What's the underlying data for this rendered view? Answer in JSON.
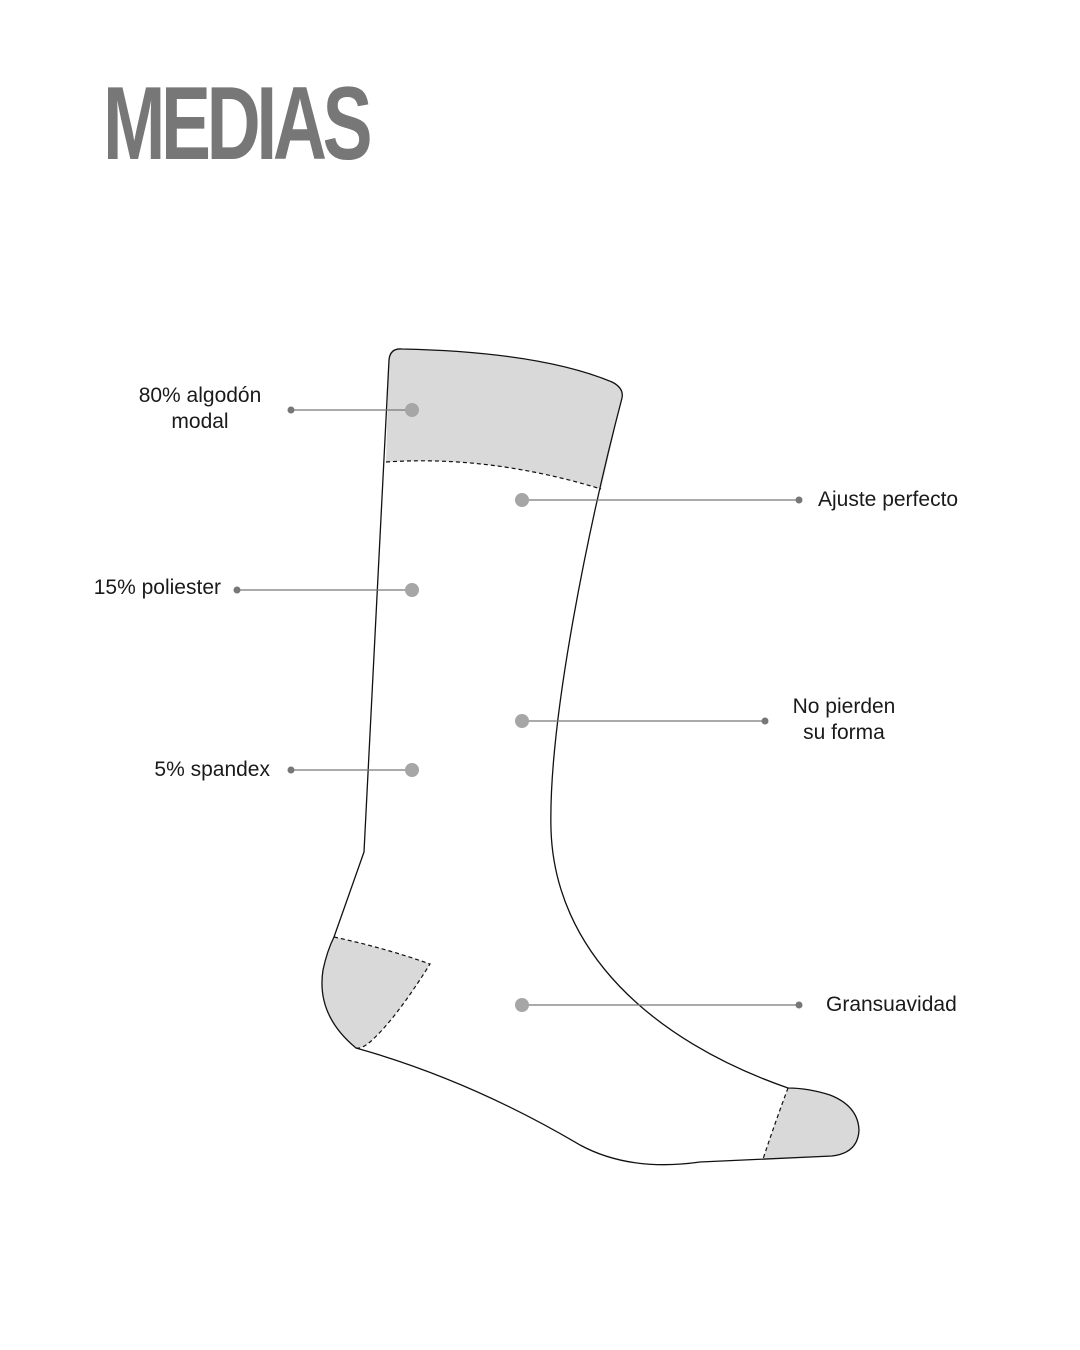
{
  "title": "MEDIAS",
  "colors": {
    "title": "#777777",
    "fill_accent": "#d9d9d9",
    "outline": "#111111",
    "dot": "#a6a6a6",
    "leader": "#777777"
  },
  "callouts_left": [
    {
      "id": "algodon",
      "lines": [
        "80% algodón",
        "modal"
      ]
    },
    {
      "id": "poliester",
      "lines": [
        "15% poliester"
      ]
    },
    {
      "id": "spandex",
      "lines": [
        "5% spandex"
      ]
    }
  ],
  "callouts_right": [
    {
      "id": "ajuste",
      "lines": [
        "Ajuste perfecto"
      ]
    },
    {
      "id": "forma",
      "lines": [
        "No pierden",
        "su forma"
      ]
    },
    {
      "id": "suavidad",
      "lines": [
        "Gransuavidad"
      ]
    }
  ]
}
